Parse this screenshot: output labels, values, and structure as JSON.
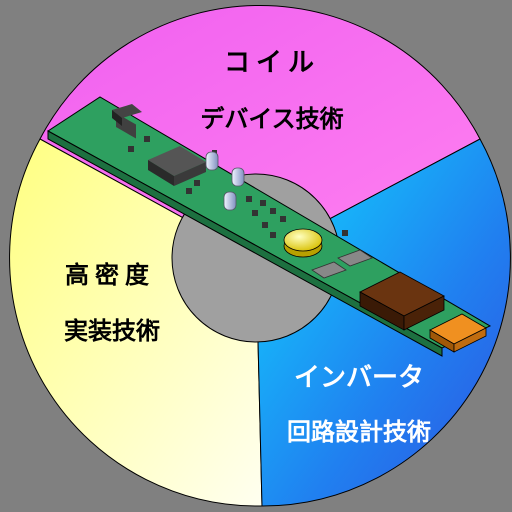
{
  "segments": {
    "top": {
      "line1": "コイル",
      "line2": "デバイス技術"
    },
    "left": {
      "line1": "高密度",
      "line2": "実装技術"
    },
    "right": {
      "line1": "インバータ",
      "line2": "回路設計技術"
    }
  },
  "colors": {
    "background": "#808080",
    "top_segment": "#f070f0",
    "left_segment": "#ffff90",
    "right_segment": "#2080f0",
    "hub": "#a0a0a0",
    "pcb": "#2a9a5a",
    "components_dark": "#303030",
    "capacitor_yellow": "#f0e020",
    "inductor_brown": "#5a2a0a",
    "orange_part": "#e08010"
  }
}
